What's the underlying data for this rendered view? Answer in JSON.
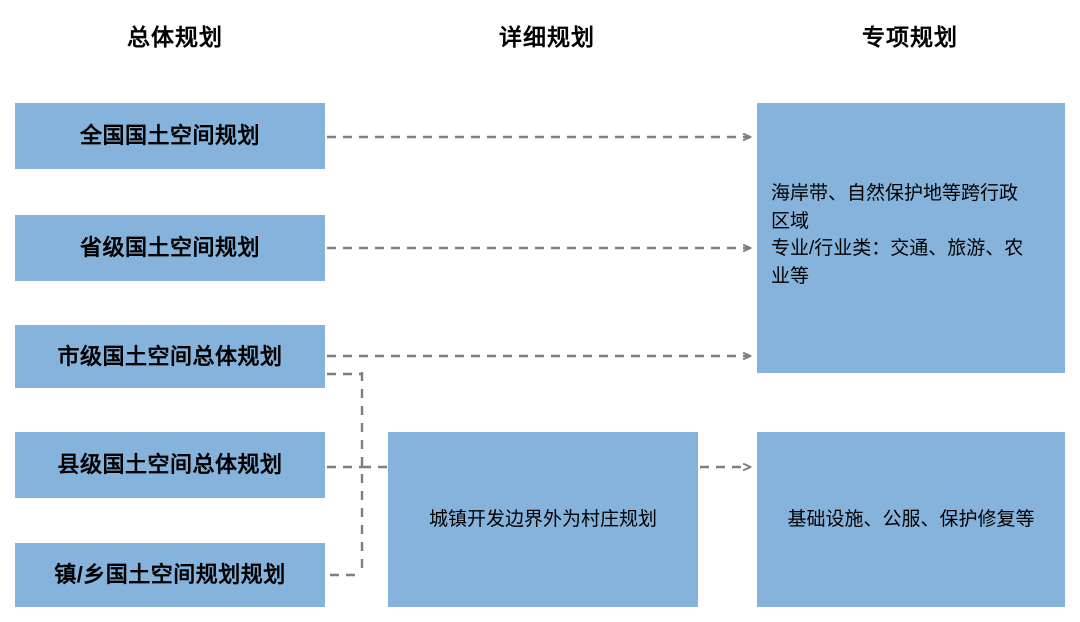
{
  "diagram": {
    "title_columns": [
      {
        "id": "overall",
        "label": "总体规划"
      },
      {
        "id": "detailed",
        "label": "详细规划"
      },
      {
        "id": "special",
        "label": "专项规划"
      }
    ],
    "overall_boxes": [
      {
        "id": "national",
        "label": "全国国土空间规划"
      },
      {
        "id": "provincial",
        "label": "省级国土空间规划"
      },
      {
        "id": "municipal",
        "label": "市级国土空间总体规划"
      },
      {
        "id": "county",
        "label": "县级国土空间总体规划"
      },
      {
        "id": "town",
        "label": "镇/乡国土空间规划规划"
      }
    ],
    "detailed_boxes": [
      {
        "id": "village",
        "label": "城镇开发边界外为村庄规划"
      }
    ],
    "special_boxes": [
      {
        "id": "cross-regional",
        "lines": [
          "海岸带、自然保护地等跨行政",
          "区域",
          "专业/行业类：交通、旅游、农",
          "业等"
        ]
      },
      {
        "id": "infrastructure",
        "label": "基础设施、公服、保护修复等"
      }
    ],
    "colors": {
      "box_fill": "#85b3dc",
      "connector": "#7f7f7f",
      "text": "#000000",
      "background": "#ffffff"
    }
  }
}
